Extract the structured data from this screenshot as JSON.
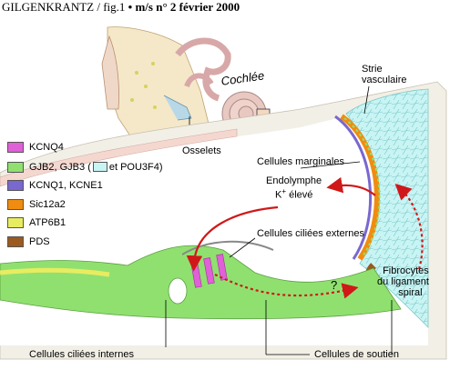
{
  "header": {
    "author_fig": "GILGENKRANTZ / fig.1",
    "journal": "m/s n° 2 février 2000"
  },
  "labels": {
    "cochlee": "Cochlée",
    "osselets": "Osselets",
    "strie": "Strie",
    "vasculaire": "vasculaire",
    "cellules_marginales": "Cellules marginales",
    "endolymphe": "Endolymphe",
    "k_plus": "K",
    "k_sup": "+",
    "eleve": "élevé",
    "cellules_ciliees_externes": "Cellules ciliées externes",
    "question_mark": "?",
    "fibrocytes_1": "Fibrocytes",
    "fibrocytes_2": "du ligament",
    "fibrocytes_3": "spiral",
    "cellules_ciliees_internes": "Cellules ciliées internes",
    "cellules_soutien": "Cellules de soutien"
  },
  "legend": {
    "kcnq4": {
      "label": "KCNQ4",
      "color": "#e060d8"
    },
    "gjb": {
      "label_a": "GJB2, GJB3 (",
      "label_b": "et POU3F4)",
      "color": "#90e070",
      "color_alt": "#c8f4f4"
    },
    "kcnq1": {
      "label": "KCNQ1, KCNE1",
      "color": "#7868d0"
    },
    "sic12a2": {
      "label": "Sic12a2",
      "color": "#f08c10"
    },
    "atp6b1": {
      "label": "ATP6B1",
      "color": "#e8ec60"
    },
    "pds": {
      "label": "PDS",
      "color": "#9a5a20"
    }
  },
  "colors": {
    "arrow": "#d01818",
    "cyan": "#c8f4f4",
    "tissue": "#ece8dc",
    "pink": "#f4d8d0"
  }
}
